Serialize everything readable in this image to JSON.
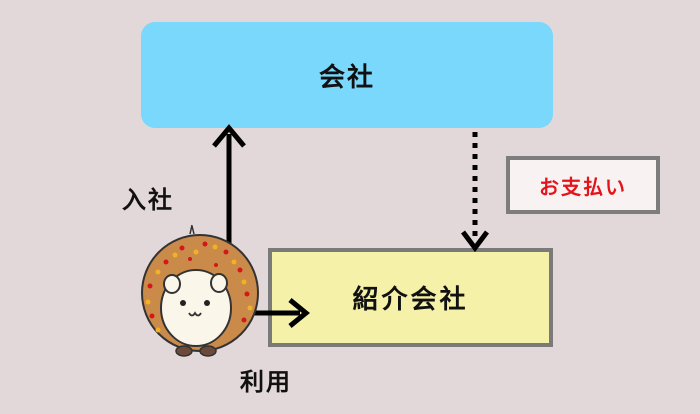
{
  "nodes": {
    "company": "会社",
    "agency": "紹介会社",
    "payment": "お支払い"
  },
  "edges": {
    "join": "入社",
    "use": "利用"
  },
  "colors": {
    "company_fill": "#79d8fb",
    "agency_fill": "#f5f1a8",
    "payment_text": "#e3151b",
    "background": "#e3d8d9"
  },
  "character": "hedgehog-icon"
}
